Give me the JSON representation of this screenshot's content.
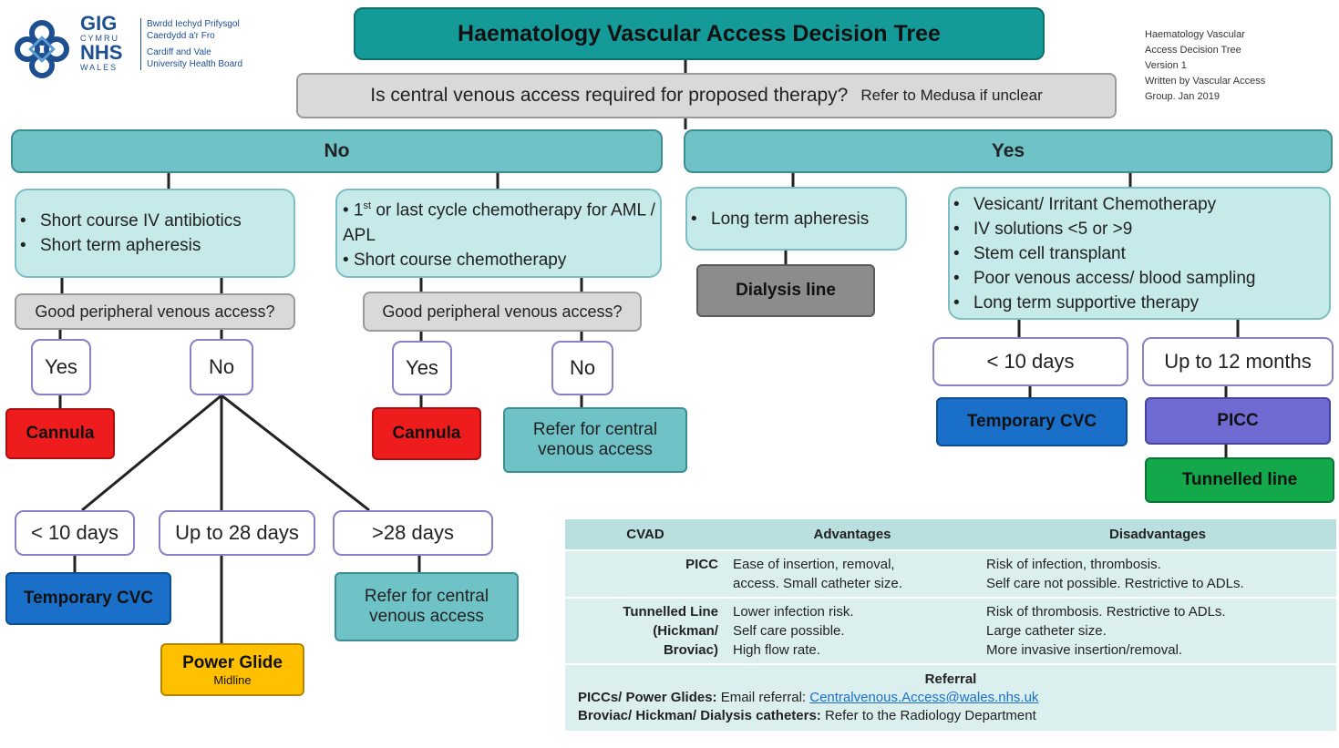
{
  "logo": {
    "gig": "GIG",
    "cymru": "CYMRU",
    "nhs": "NHS",
    "wales": "WALES",
    "welsh_line1": "Bwrdd Iechyd Prifysgol",
    "welsh_line2": "Caerdydd a'r Fro",
    "english_line1": "Cardiff and Vale",
    "english_line2": "University Health Board"
  },
  "title": "Haematology Vascular Access Decision Tree",
  "question": {
    "main": "Is central venous access required for proposed therapy?",
    "note": "Refer to Medusa if unclear"
  },
  "doc_info": [
    "Haematology Vascular",
    "Access Decision Tree",
    "Version 1",
    "Written by Vascular Access",
    "Group. Jan 2019"
  ],
  "no_branch": {
    "label": "No",
    "group1": {
      "items": [
        "Short course IV antibiotics",
        "Short term apheresis"
      ],
      "question": "Good peripheral venous access?",
      "yes": "Yes",
      "no": "No",
      "yes_result": "Cannula",
      "duration_1": "< 10 days",
      "duration_2": "Up to 28 days",
      "duration_3": ">28 days",
      "result_1": "Temporary CVC",
      "result_2_title": "Power Glide",
      "result_2_sub": "Midline",
      "result_3": "Refer for central venous access"
    },
    "group2": {
      "item1_sup": "st",
      "item1_a": "1",
      "item1_b": " or last cycle chemotherapy for AML / APL",
      "item2": "Short course chemotherapy",
      "question": "Good peripheral venous access?",
      "yes": "Yes",
      "no": "No",
      "yes_result": "Cannula",
      "no_result": "Refer for central venous access"
    }
  },
  "yes_branch": {
    "label": "Yes",
    "group1": {
      "items": [
        "Long term apheresis"
      ],
      "result": "Dialysis line"
    },
    "group2": {
      "items": [
        "Vesicant/ Irritant Chemotherapy",
        "IV solutions <5 or >9",
        "Stem cell transplant",
        "Poor venous access/ blood sampling",
        "Long term supportive therapy"
      ],
      "duration_1": "< 10 days",
      "duration_2": "Up to 12 months",
      "result_1": "Temporary CVC",
      "result_2": "PICC",
      "result_3": "Tunnelled line"
    }
  },
  "table": {
    "headers": [
      "CVAD",
      "Advantages",
      "Disadvantages"
    ],
    "rows": [
      {
        "cvad": [
          "PICC"
        ],
        "advantages": [
          "Ease of insertion, removal,",
          "access. Small catheter size."
        ],
        "disadvantages": [
          "Risk of infection, thrombosis.",
          "Self care not possible. Restrictive to ADLs."
        ]
      },
      {
        "cvad": [
          "Tunnelled Line",
          "(Hickman/",
          "Broviac)"
        ],
        "advantages": [
          "Lower infection risk.",
          "Self care possible.",
          "High flow rate."
        ],
        "disadvantages": [
          "Risk of thrombosis. Restrictive to ADLs.",
          "Large catheter size.",
          "More invasive insertion/removal."
        ]
      }
    ],
    "referral": {
      "heading": "Referral",
      "line1_bold": "PICCs/ Power Glides:",
      "line1_text": "Email referral:",
      "line1_email": "Centralvenous.Access@wales.nhs.uk",
      "line2_bold": "Broviac/ Hickman/ Dialysis catheters:",
      "line2_text": "Refer to the Radiology Department"
    }
  }
}
